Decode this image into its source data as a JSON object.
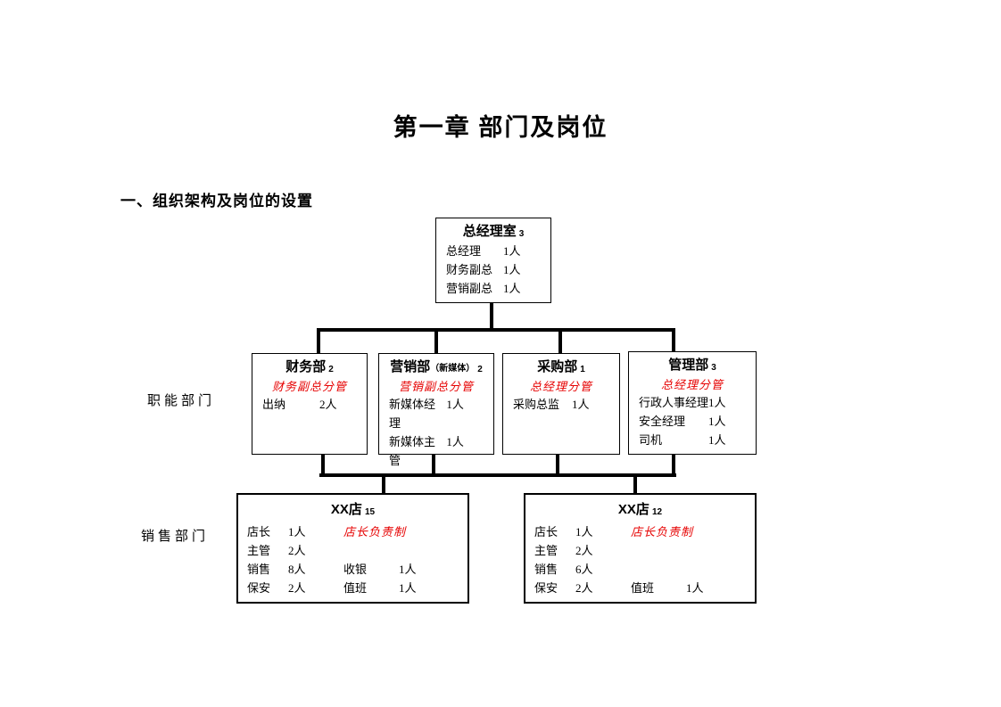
{
  "page": {
    "title": "第一章 部门及岗位",
    "section_heading": "一、组织架构及岗位的设置",
    "group_labels": {
      "functional": "职能部门",
      "sales": "销售部门"
    }
  },
  "colors": {
    "accent_red": "#e60000",
    "line_black": "#000000",
    "page_bg": "#ffffff"
  },
  "org_chart": {
    "root": {
      "name": "总经理室",
      "headcount": "3",
      "roles": [
        {
          "title": "总经理",
          "count": "1人"
        },
        {
          "title": "财务副总",
          "count": "1人"
        },
        {
          "title": "营销副总",
          "count": "1人"
        }
      ]
    },
    "departments": [
      {
        "name": "财务部",
        "suffix": "",
        "headcount": "2",
        "supervisor": "财务副总分管",
        "roles": [
          {
            "title": "出纳",
            "count": "2人"
          }
        ]
      },
      {
        "name": "营销部",
        "suffix": "（新媒体）",
        "headcount": "2",
        "supervisor": "营销副总分管",
        "roles": [
          {
            "title": "新媒体经理",
            "count": "1人"
          },
          {
            "title": "新媒体主管",
            "count": "1人"
          }
        ]
      },
      {
        "name": "采购部",
        "suffix": "",
        "headcount": "1",
        "supervisor": "总经理分管",
        "roles": [
          {
            "title": "采购总监",
            "count": "1人"
          }
        ]
      },
      {
        "name": "管理部",
        "suffix": "",
        "headcount": "3",
        "supervisor": "总经理分管",
        "roles": [
          {
            "title": "行政人事经理",
            "count": "1人"
          },
          {
            "title": "安全经理",
            "count": "1人"
          },
          {
            "title": "司机",
            "count": "1人"
          }
        ]
      }
    ],
    "stores": [
      {
        "name": "XX店",
        "headcount": "15",
        "note": "店长负责制",
        "rows": [
          {
            "l_title": "店长",
            "l_count": "1人",
            "r_title": "",
            "r_count": ""
          },
          {
            "l_title": "主管",
            "l_count": "2人",
            "r_title": "",
            "r_count": ""
          },
          {
            "l_title": "销售",
            "l_count": "8人",
            "r_title": "收银",
            "r_count": "1人"
          },
          {
            "l_title": "保安",
            "l_count": "2人",
            "r_title": "值班",
            "r_count": "1人"
          }
        ]
      },
      {
        "name": "XX店",
        "headcount": "12",
        "note": "店长负责制",
        "rows": [
          {
            "l_title": "店长",
            "l_count": "1人",
            "r_title": "",
            "r_count": ""
          },
          {
            "l_title": "主管",
            "l_count": "2人",
            "r_title": "",
            "r_count": ""
          },
          {
            "l_title": "销售",
            "l_count": "6人",
            "r_title": "",
            "r_count": ""
          },
          {
            "l_title": "保安",
            "l_count": "2人",
            "r_title": "值班",
            "r_count": "1人"
          }
        ]
      }
    ]
  }
}
